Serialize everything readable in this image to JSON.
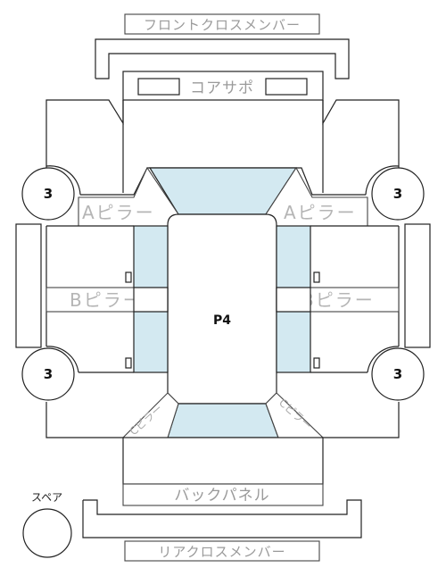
{
  "labels": {
    "front_cross_member": "フロントクロスメンバー",
    "core_support": "コアサポ",
    "a_pillar_left": "Aピラー",
    "a_pillar_right": "Aピラー",
    "b_pillar_left": "Bピラー",
    "b_pillar_right": "Bピラー",
    "c_pillar_left": "Cピラー",
    "c_pillar_right": "Cピラー",
    "back_panel": "バックパネル",
    "rear_cross_member": "リアクロスメンバー",
    "center": "P4",
    "spare": "スペア"
  },
  "wheels": {
    "front_left": "3",
    "front_right": "3",
    "rear_left": "3",
    "rear_right": "3"
  }
}
